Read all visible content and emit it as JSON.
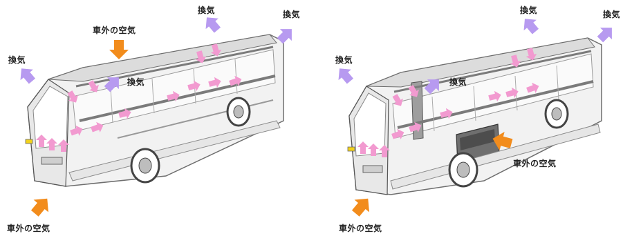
{
  "labels": {
    "ventilation": "換気",
    "outside_air": "車外の空気"
  },
  "colors": {
    "vent_arrow": "#b79af0",
    "outside_arrow": "#f28c1c",
    "flow_arrow": "#f29ad0",
    "outline": "#6e6e6e",
    "ductwork": "#7b7b7b"
  },
  "diagrams": [
    {
      "id": "left-bus"
    },
    {
      "id": "right-bus"
    }
  ]
}
